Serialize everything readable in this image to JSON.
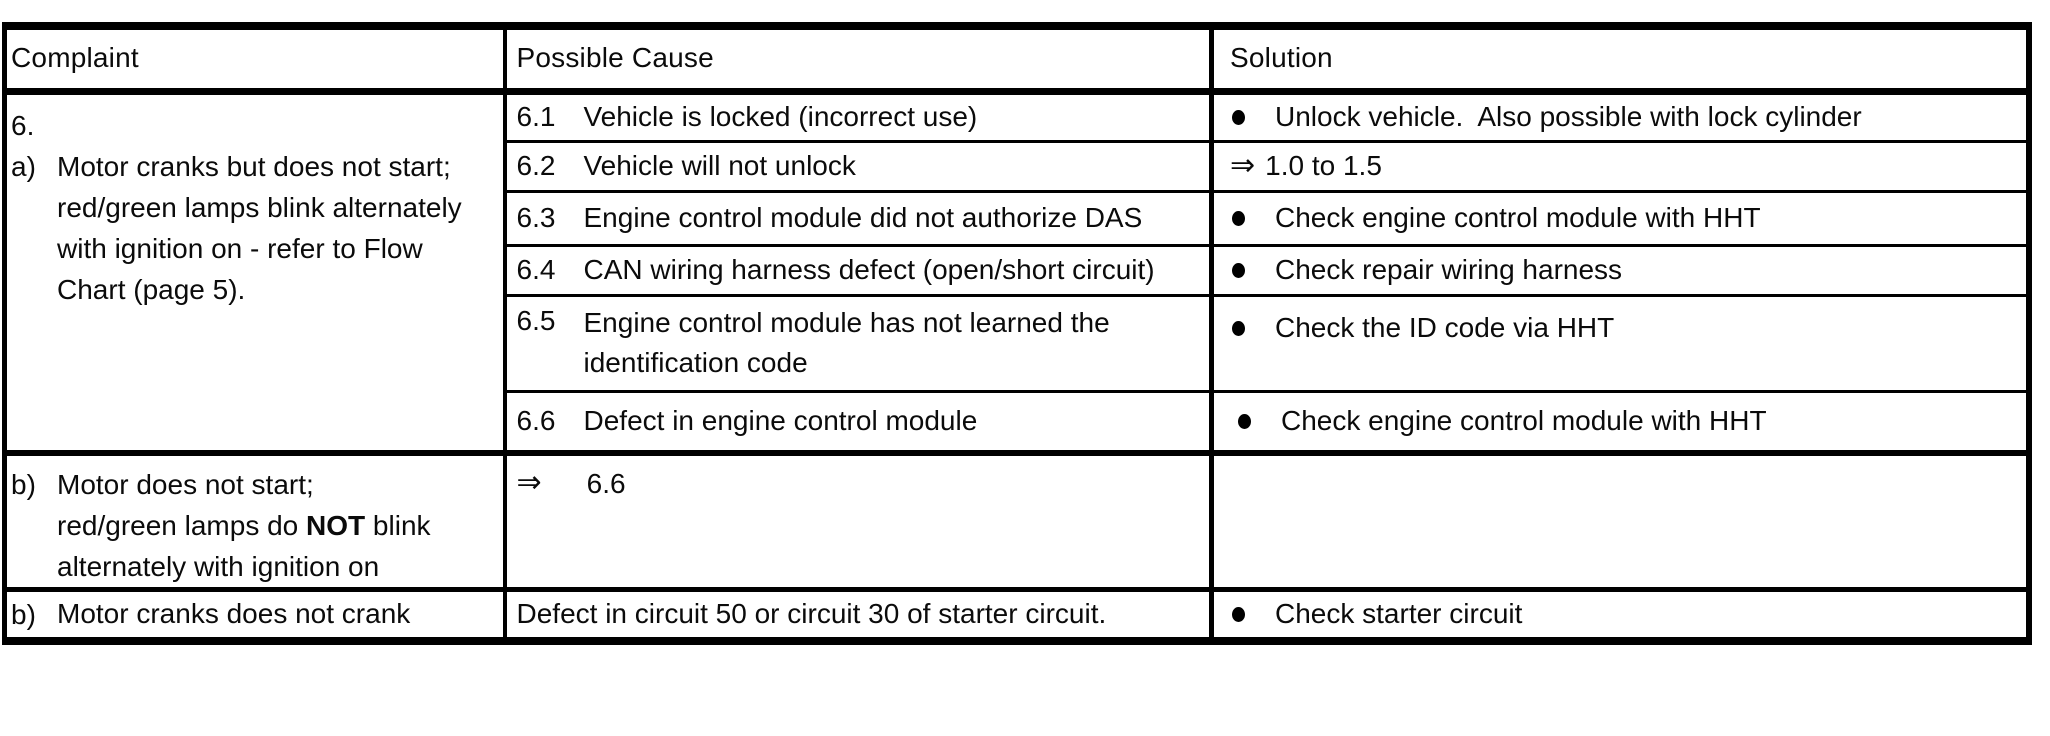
{
  "page": {
    "background": "#ffffff",
    "ink": "#000000"
  },
  "glyphs": {
    "arrow": "⇒",
    "bullet": "●"
  },
  "table": {
    "headers": {
      "complaint": "Complaint",
      "possible_cause": "Possible Cause",
      "solution": "Solution"
    },
    "group6": {
      "complaint": {
        "number": "6.",
        "marker": "a)",
        "text": "Motor cranks but does not start;\nred/green lamps blink alternately\nwith ignition on - refer to Flow\nChart (page 5)."
      },
      "rows": [
        {
          "cause_num": "6.1",
          "cause": "Vehicle is locked (incorrect use)",
          "solution_marker": "bullet",
          "solution": "Unlock vehicle.  Also possible with lock cylinder"
        },
        {
          "cause_num": "6.2",
          "cause": "Vehicle will not unlock",
          "solution_marker": "arrow",
          "solution": "1.0 to 1.5"
        },
        {
          "cause_num": "6.3",
          "cause": "Engine control module did not authorize DAS",
          "solution_marker": "bullet",
          "solution": "Check engine control module with HHT"
        },
        {
          "cause_num": "6.4",
          "cause": "CAN wiring harness defect (open/short circuit)",
          "solution_marker": "bullet",
          "solution": "Check repair wiring harness"
        },
        {
          "cause_num": "6.5",
          "cause": "Engine control module has not learned the\nidentification code",
          "solution_marker": "bullet",
          "solution": "Check the ID code via HHT"
        },
        {
          "cause_num": "6.6",
          "cause": "Defect in engine control module",
          "solution_marker": "bullet",
          "solution": "Check engine control module with HHT"
        }
      ]
    },
    "row_b1": {
      "marker": "b)",
      "line1": "Motor does not start;",
      "line2_pre": "red/green lamps do ",
      "line2_bold": "NOT",
      "line2_post": " blink",
      "line3": "alternately with ignition on",
      "cause_ref": "6.6",
      "solution": ""
    },
    "row_b2": {
      "marker": "b)",
      "complaint": "Motor cranks does not crank",
      "cause": "Defect in circuit 50 or circuit 30 of starter circuit.",
      "solution_marker": "bullet",
      "solution": "Check starter circuit"
    }
  }
}
